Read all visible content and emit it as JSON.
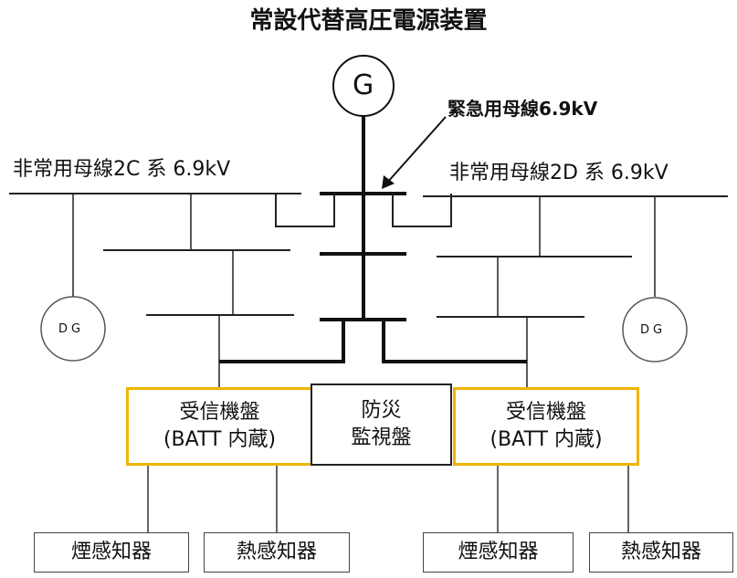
{
  "title": "常設代替高圧電源装置",
  "generator": {
    "label": "G"
  },
  "emergency_bus": {
    "label": "緊急用母線6.9kV"
  },
  "bus_2c": {
    "label": "非常用母線2C 系 6.9kV",
    "dg": "DG"
  },
  "bus_2d": {
    "label": "非常用母線2D 系 6.9kV",
    "dg": "DG"
  },
  "receiver_left": {
    "line1": "受信機盤",
    "line2": "(BATT 内蔵)"
  },
  "fire_panel": {
    "line1": "防災",
    "line2": "監視盤"
  },
  "receiver_right": {
    "line1": "受信機盤",
    "line2": "(BATT 内蔵)"
  },
  "detectors": [
    {
      "label": "煙感知器"
    },
    {
      "label": "熱感知器"
    },
    {
      "label": "煙感知器"
    },
    {
      "label": "熱感知器"
    }
  ],
  "colors": {
    "receiver_border": "#f0b400",
    "line": "#222222"
  }
}
